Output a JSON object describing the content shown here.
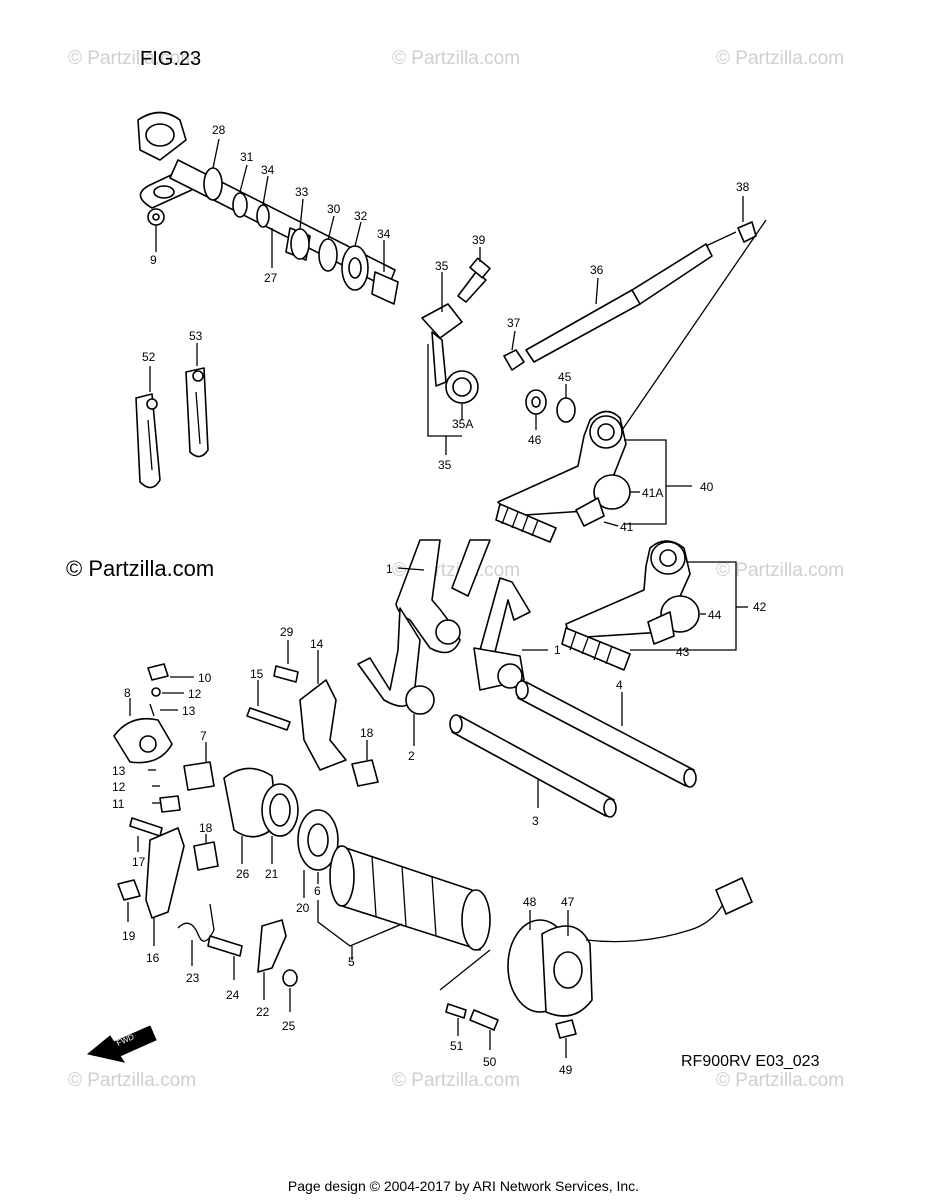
{
  "figure": {
    "title": "FIG.23",
    "copyright_mark": "© Partzilla.com",
    "reference_code": "RF900RV E03_023",
    "fwd_label": "FWD"
  },
  "watermark_text": "© Partzilla.com",
  "footer": {
    "credit": "Page design © 2004-2017 by ARI Network Services, Inc."
  },
  "callouts": {
    "c28": "28",
    "c31": "31",
    "c34a": "34",
    "c33": "33",
    "c30": "30",
    "c32": "32",
    "c34b": "34",
    "c9": "9",
    "c27": "27",
    "c39": "39",
    "c35a": "35",
    "c35b": "35",
    "c35A": "35A",
    "c37": "37",
    "c36": "36",
    "c38": "38",
    "c45": "45",
    "c46": "46",
    "c40": "40",
    "c41A": "41A",
    "c41": "41",
    "c52": "52",
    "c53": "53",
    "c1a": "1",
    "c1b": "1",
    "c42": "42",
    "c44": "44",
    "c43": "43",
    "c29": "29",
    "c14": "14",
    "c15": "15",
    "c10": "10",
    "c12a": "12",
    "c13a": "13",
    "c8": "8",
    "c7": "7",
    "c18a": "18",
    "c2": "2",
    "c4": "4",
    "c13b": "13",
    "c12b": "12",
    "c11": "11",
    "c3": "3",
    "c17": "17",
    "c18b": "18",
    "c26": "26",
    "c21": "21",
    "c20": "20",
    "c6": "6",
    "c19": "19",
    "c16": "16",
    "c23": "23",
    "c24": "24",
    "c22": "22",
    "c25": "25",
    "c5": "5",
    "c48": "48",
    "c47": "47",
    "c51": "51",
    "c50": "50",
    "c49": "49"
  },
  "colors": {
    "ink": "#000000",
    "watermark": "#cfcfcf",
    "background": "#ffffff"
  }
}
